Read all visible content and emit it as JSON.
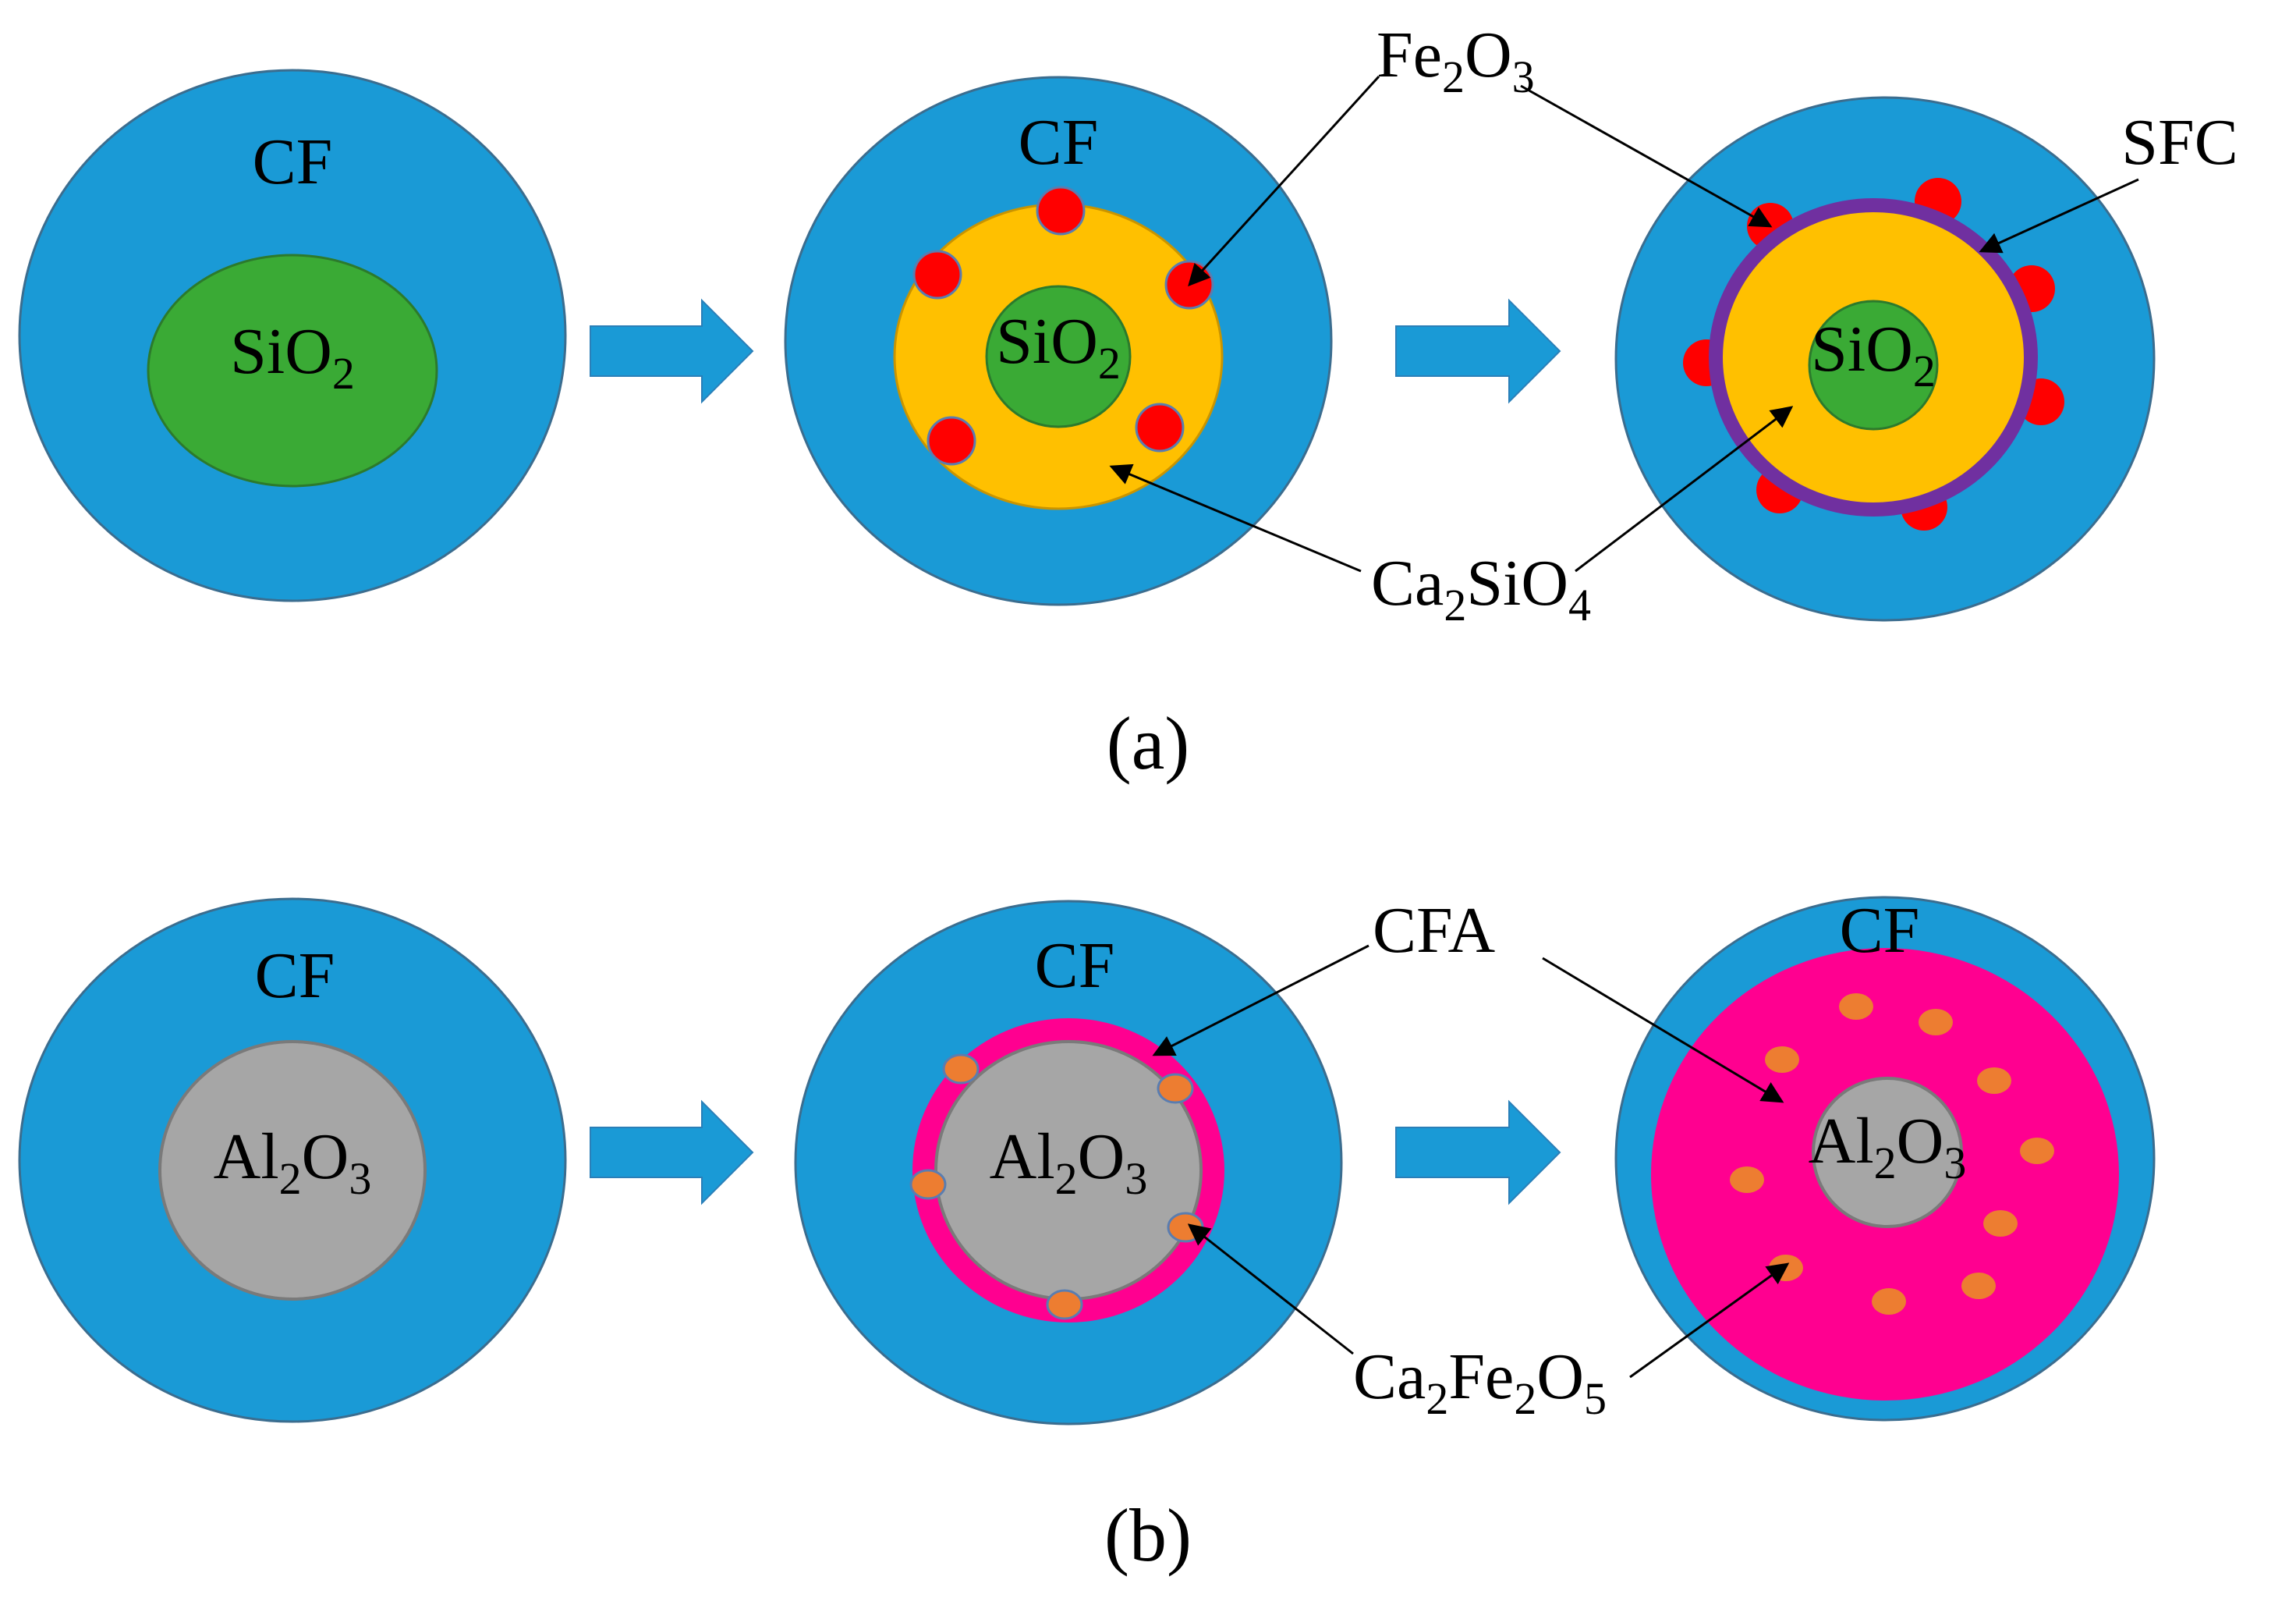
{
  "colors": {
    "cf": "#1a9ad6",
    "sio2": "#3aaa35",
    "ca2sio4": "#ffc000",
    "fe2o3": "#ff0000",
    "sfc": "#7030a0",
    "al2o3": "#a6a6a6",
    "cfa": "#ff0090",
    "ca2fe2o5": "#ed7d31",
    "arrow": "#1a9ad6",
    "leader": "#000000"
  },
  "panel_a": {
    "caption": "(a)",
    "cf_label": "CF",
    "sio2": {
      "base": "SiO",
      "sub": "2"
    },
    "fe2o3": {
      "p1": "Fe",
      "s1": "2",
      "p2": "O",
      "s2": "3"
    },
    "sfc_label": "SFC",
    "ca2sio4": {
      "p1": "Ca",
      "s1": "2",
      "p2": "SiO",
      "s2": "4"
    }
  },
  "panel_b": {
    "caption": "(b)",
    "cf_label": "CF",
    "al2o3": {
      "p1": "Al",
      "s1": "2",
      "p2": "O",
      "s2": "3"
    },
    "cfa_label": "CFA",
    "ca2fe2o5": {
      "p1": "Ca",
      "s1": "2",
      "p2": "Fe",
      "s2": "2",
      "p3": "O",
      "s3": "5"
    }
  }
}
